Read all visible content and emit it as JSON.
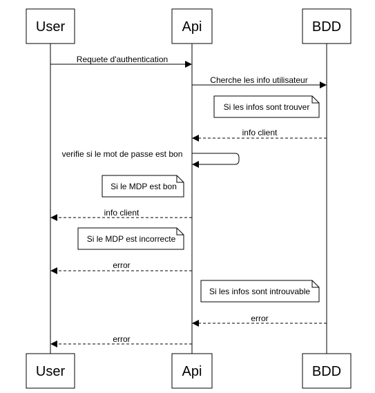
{
  "participants": {
    "user": "User",
    "api": "Api",
    "bdd": "BDD"
  },
  "messages": {
    "m1": "Requete d'authentication",
    "m2": "Cherche les info utilisateur",
    "m3": "info client",
    "m4": "verifie si le mot de passe est bon",
    "m5": "info client",
    "m6": "error",
    "m7": "error",
    "m8": "error"
  },
  "notes": {
    "n1": "Si les infos sont trouver",
    "n2": "Si le MDP est bon",
    "n3": "Si le MDP est incorrecte",
    "n4": "Si les infos sont introuvable"
  }
}
